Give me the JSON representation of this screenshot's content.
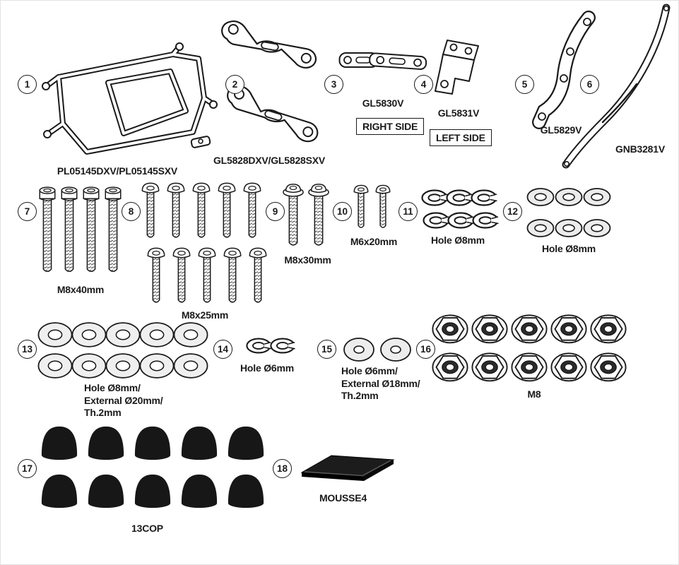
{
  "page": {
    "background": "#ffffff",
    "ink": "#1a1a1a"
  },
  "items": {
    "1": {
      "num": "1",
      "label": "PL05145DXV/PL05145SXV",
      "count": 1
    },
    "2": {
      "num": "2",
      "label": "GL5828DXV/GL5828SXV",
      "count": 2
    },
    "3": {
      "num": "3",
      "label": "GL5830V",
      "side": "RIGHT SIDE",
      "count": 1
    },
    "4": {
      "num": "4",
      "label": "GL5831V",
      "side": "LEFT SIDE",
      "count": 1
    },
    "5": {
      "num": "5",
      "label": "GL5829V",
      "count": 1
    },
    "6": {
      "num": "6",
      "label": "GNB3281V",
      "count": 1
    },
    "7": {
      "num": "7",
      "label": "M8x40mm",
      "count": 4
    },
    "8": {
      "num": "8",
      "label": "M8x25mm",
      "count": 10
    },
    "9": {
      "num": "9",
      "label": "M8x30mm",
      "count": 2
    },
    "10": {
      "num": "10",
      "label": "M6x20mm",
      "count": 2
    },
    "11": {
      "num": "11",
      "label": "Hole Ø8mm",
      "count": 6
    },
    "12": {
      "num": "12",
      "label": "Hole Ø8mm",
      "count": 6
    },
    "13": {
      "num": "13",
      "label": "Hole Ø8mm/\nExternal Ø20mm/\nTh.2mm",
      "count": 10
    },
    "14": {
      "num": "14",
      "label": "Hole Ø6mm",
      "count": 2
    },
    "15": {
      "num": "15",
      "label": "Hole Ø6mm/\nExternal Ø18mm/\nTh.2mm",
      "count": 2
    },
    "16": {
      "num": "16",
      "label": "M8",
      "count": 10
    },
    "17": {
      "num": "17",
      "label": "13COP",
      "count": 10
    },
    "18": {
      "num": "18",
      "label": "MOUSSE4",
      "count": 1
    }
  }
}
